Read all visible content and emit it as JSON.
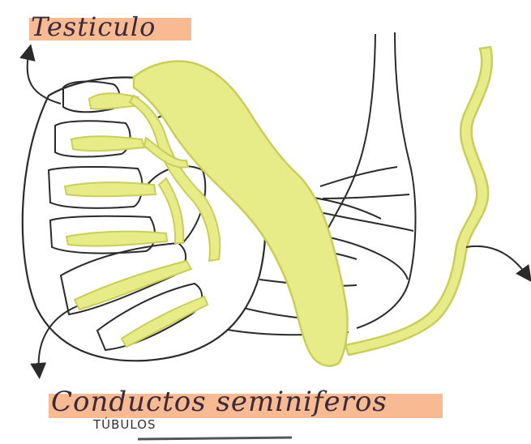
{
  "labels": {
    "testiculo": "Testiculo",
    "conductos": "Conductos  seminiferos",
    "tubulos": "TÚBULOS"
  },
  "colors": {
    "highlight": "#f6b489",
    "duct_fill": "#e8ec88",
    "duct_stroke": "#c9cd5a",
    "ink": "#2a2a2a"
  },
  "icons": [
    "arrow-icon"
  ]
}
